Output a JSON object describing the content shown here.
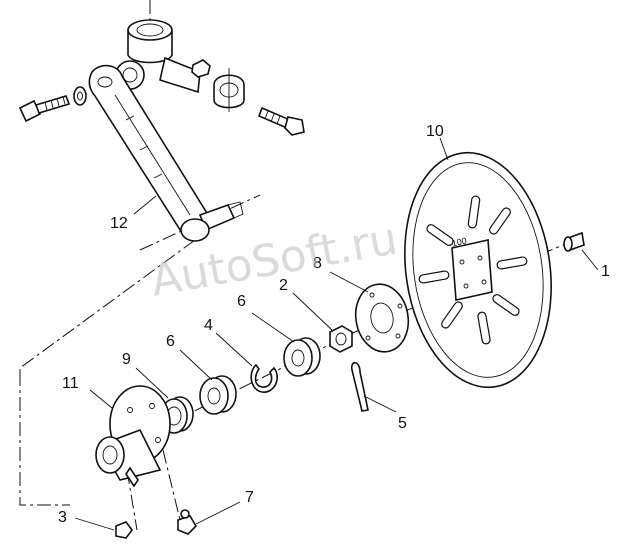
{
  "watermark": "AutoSoft.ru",
  "plate_marking": "100",
  "callouts": [
    {
      "id": "c1",
      "text": "1"
    },
    {
      "id": "c2",
      "text": "2"
    },
    {
      "id": "c3",
      "text": "3"
    },
    {
      "id": "c4",
      "text": "4"
    },
    {
      "id": "c5",
      "text": "5"
    },
    {
      "id": "c6a",
      "text": "6"
    },
    {
      "id": "c6b",
      "text": "6"
    },
    {
      "id": "c7",
      "text": "7"
    },
    {
      "id": "c8",
      "text": "8"
    },
    {
      "id": "c9",
      "text": "9"
    },
    {
      "id": "c10",
      "text": "10"
    },
    {
      "id": "c11",
      "text": "11"
    },
    {
      "id": "c12",
      "text": "12"
    }
  ]
}
